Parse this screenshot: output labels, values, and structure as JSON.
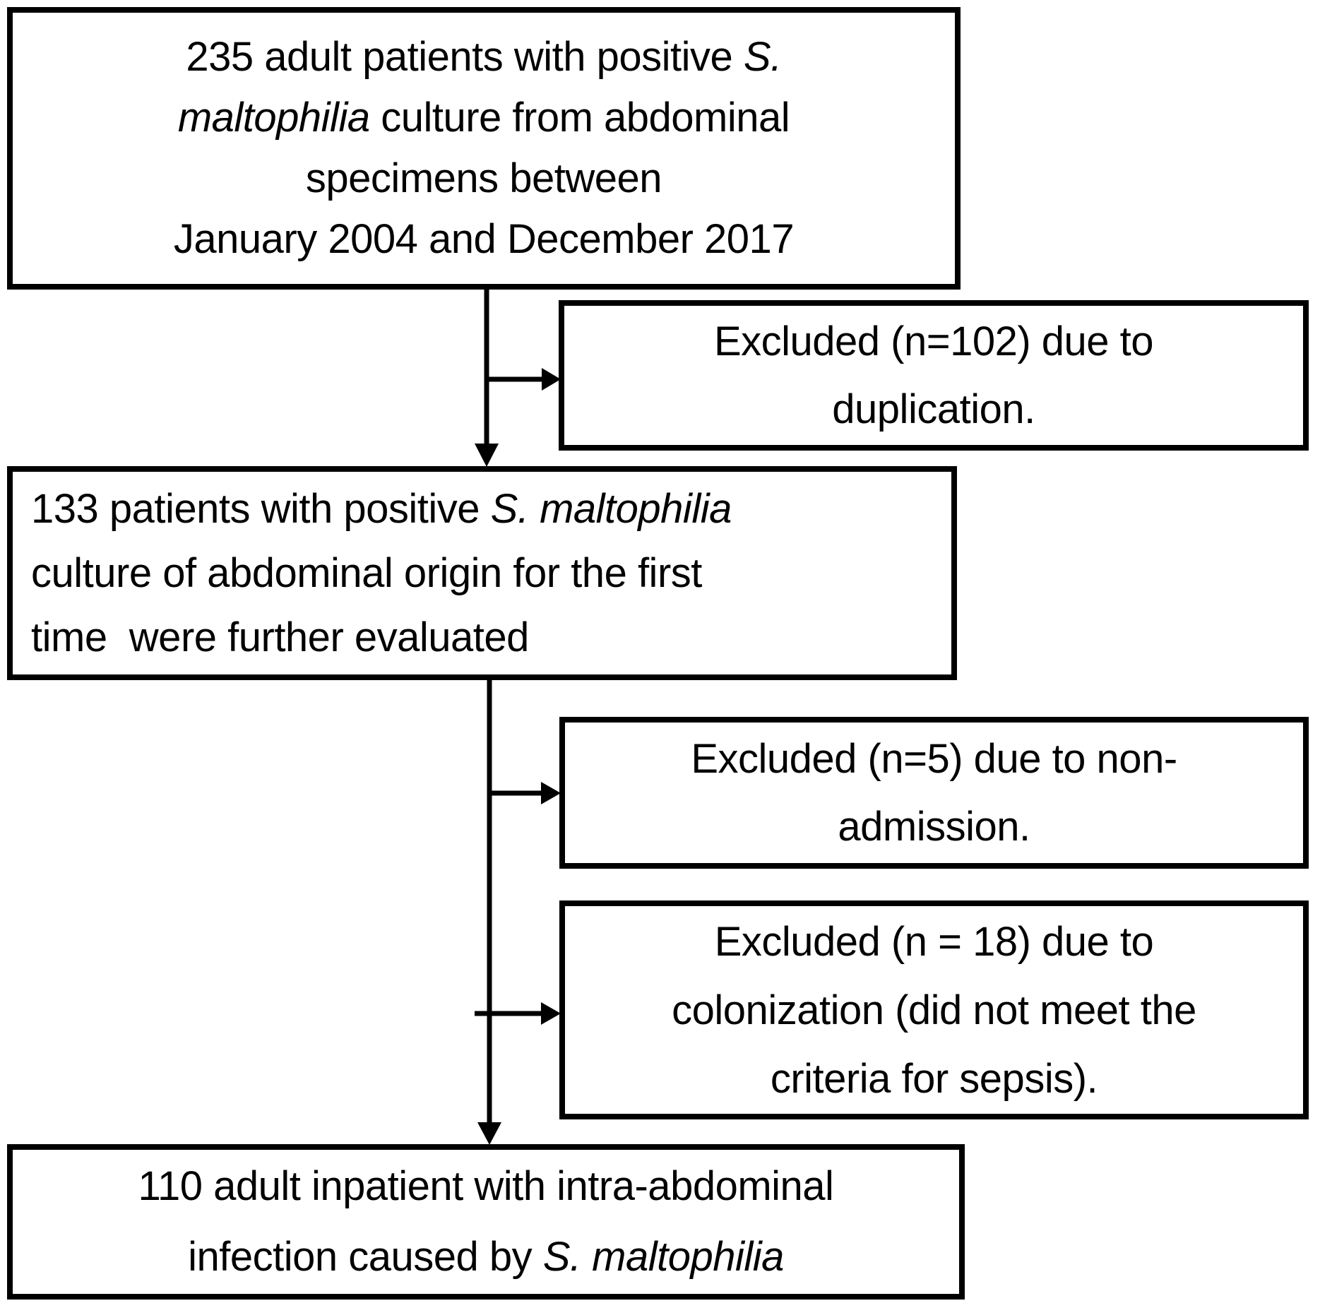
{
  "figure": {
    "type": "flowchart",
    "background_color": "#ffffff",
    "ink_color": "#000000",
    "boxes": {
      "initial": {
        "id": "initial",
        "align": "center",
        "lines": [
          [
            {
              "t": "235 adult patients with positive "
            },
            {
              "t": "S.",
              "i": true
            }
          ],
          [
            {
              "t": "maltophilia",
              "i": true
            },
            {
              "t": " culture from abdominal"
            }
          ],
          [
            {
              "t": "specimens between"
            }
          ],
          [
            {
              "t": "January 2004 and December 2017"
            }
          ]
        ],
        "count": 235
      },
      "excluded_duplication": {
        "id": "excluded_duplication",
        "align": "center",
        "lines": [
          [
            {
              "t": "Excluded (n=102) due to"
            }
          ],
          [
            {
              "t": "duplication."
            }
          ]
        ],
        "count": 102
      },
      "evaluated": {
        "id": "evaluated",
        "align": "left",
        "lines": [
          [
            {
              "t": "133 patients with positive "
            },
            {
              "t": "S. maltophilia",
              "i": true
            }
          ],
          [
            {
              "t": "culture of abdominal origin for the first"
            }
          ],
          [
            {
              "t": "time  were further evaluated"
            }
          ]
        ],
        "count": 133
      },
      "excluded_non_admission": {
        "id": "excluded_non_admission",
        "align": "center",
        "lines": [
          [
            {
              "t": "Excluded (n=5) due to non-"
            }
          ],
          [
            {
              "t": "admission."
            }
          ]
        ],
        "count": 5
      },
      "excluded_colonization": {
        "id": "excluded_colonization",
        "align": "center",
        "lines": [
          [
            {
              "t": "Excluded (n = 18) due to"
            }
          ],
          [
            {
              "t": "colonization (did not meet the"
            }
          ],
          [
            {
              "t": "criteria for sepsis)."
            }
          ]
        ],
        "count": 18
      },
      "final": {
        "id": "final",
        "align": "center",
        "lines": [
          [
            {
              "t": "110 adult inpatient with intra-abdominal"
            }
          ],
          [
            {
              "t": "infection caused by "
            },
            {
              "t": "S. maltophilia",
              "i": true
            }
          ]
        ],
        "count": 110
      }
    },
    "edges": [
      {
        "from": "initial",
        "to": "evaluated"
      },
      {
        "from": "initial",
        "to": "excluded_duplication"
      },
      {
        "from": "evaluated",
        "to": "final"
      },
      {
        "from": "evaluated",
        "to": "excluded_non_admission"
      },
      {
        "from": "evaluated",
        "to": "excluded_colonization"
      }
    ]
  }
}
